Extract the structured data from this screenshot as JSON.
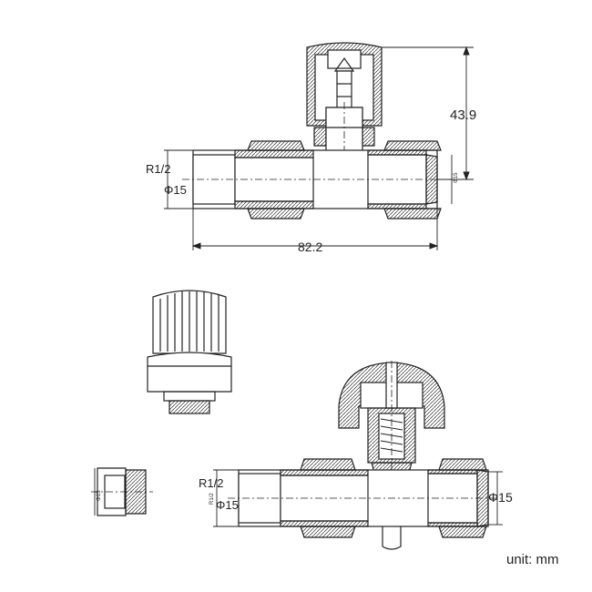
{
  "top_view": {
    "height_label": "43.9",
    "length_label": "82.2",
    "thread_label": "R1/2",
    "pipe_label": "Φ15",
    "small_pipe_label": "Φ15"
  },
  "bottom_view": {
    "thread_label": "R1/2",
    "pipe_label": "Φ15",
    "right_pipe_label": "Φ15",
    "small_thread_label": "R1/2",
    "small_pipe_label": "Φ15"
  },
  "unit_label": "unit: mm"
}
